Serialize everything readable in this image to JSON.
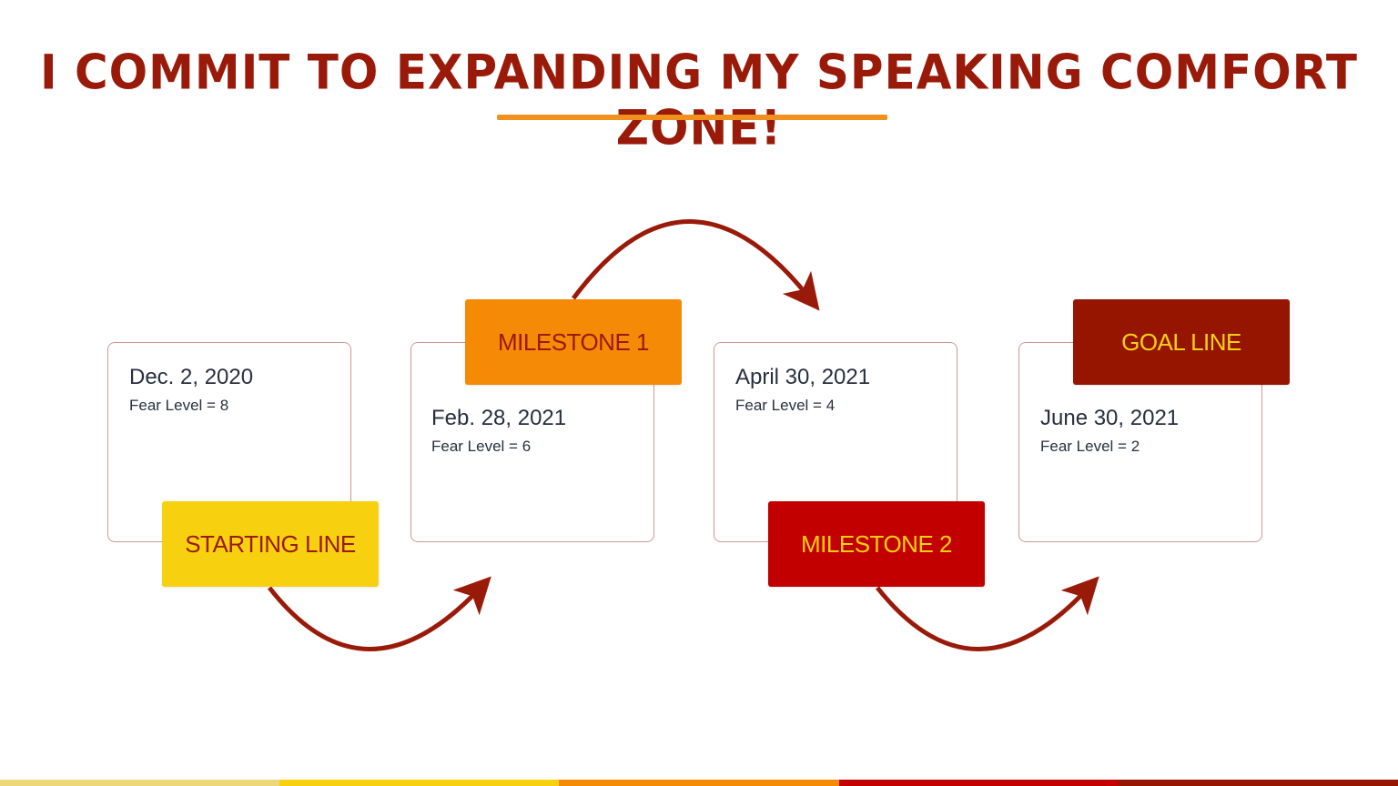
{
  "title": "I COMMIT TO EXPANDING MY SPEAKING COMFORT ZONE!",
  "colors": {
    "title": "#9a1a0a",
    "underline": "#f0901e",
    "arrow": "#9a1a0a",
    "card_border": "#c99a95",
    "text": "#27303f"
  },
  "steps": [
    {
      "label": "STARTING LINE",
      "date": "Dec. 2, 2020",
      "fear": "Fear Level = 8",
      "bg": "#f7d10f",
      "fg": "#9a1a0a"
    },
    {
      "label": "MILESTONE 1",
      "date": "Feb. 28, 2021",
      "fear": "Fear Level = 6",
      "bg": "#f58a07",
      "fg": "#9a1a0a"
    },
    {
      "label": "MILESTONE 2",
      "date": "April 30, 2021",
      "fear": "Fear Level = 4",
      "bg": "#c20000",
      "fg": "#f7d10f"
    },
    {
      "label": "GOAL LINE",
      "date": "June 30, 2021",
      "fear": "Fear Level = 2",
      "bg": "#961500",
      "fg": "#f7d10f"
    }
  ],
  "bottom_bar": [
    "#ecd77a",
    "#f7d10f",
    "#f58a07",
    "#c20000",
    "#961500"
  ]
}
